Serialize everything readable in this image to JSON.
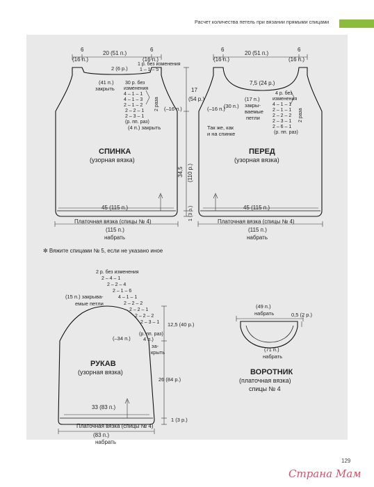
{
  "header": {
    "text": "Расчет количества петель при вязании прямыми спицами",
    "bar_color": "#8dbb3c"
  },
  "page_number": "129",
  "watermark": "Страна Мам",
  "note": "✼ Вяжите спицами № 5, если не указано иное",
  "back": {
    "title": "СПИНКА",
    "subtitle": "(узорная вязка)",
    "top_left": "6",
    "top_left_sts": "(16 п.)",
    "top_mid": "20 (51 п.)",
    "top_right": "6",
    "top_right_sts": "(16 п.)",
    "no_change": "1 р. без изменения",
    "dec_1_1_5": "1 – 1 – 5",
    "neck_2": "2 (6 р.)",
    "bind_41": "(41 п.)",
    "bind_41_label": "закрыть",
    "shaping": [
      "30 р. без",
      "изменения",
      "4 – 1 – 1",
      "4 – 1 – 3",
      "2 – 1 – 2",
      "2 – 2 – 1",
      "2 – 3 – 1"
    ],
    "times_2": "2 раза",
    "rep": "(р. пп. раз)",
    "bind_4": "(4 п.) закрыть",
    "minus16": "(–16 п.)",
    "h17": "17",
    "h54": "(54 р.)",
    "h345": "34,5",
    "h110": "(110 р.)",
    "h13": "1 (3 р.)",
    "width": "45 (115 п.)",
    "border": "Платочная вязка (спицы № 4)",
    "cast": "(115 п.)",
    "cast_label": "набрать"
  },
  "front": {
    "title": "ПЕРЕД",
    "subtitle": "(узорная вязка)",
    "top_left": "6",
    "top_left_sts": "(16 п.)",
    "top_mid": "20 (51 п.)",
    "top_right": "6",
    "top_right_sts": "(16 п.)",
    "neck_depth": "7,5 (24 р.)",
    "minus16": "(–16 п.)",
    "p30": "(30 п.)",
    "p17": "(17 п.)",
    "p17_a": "закры-",
    "p17_b": "ваемые",
    "p17_c": "петли",
    "shaping": [
      "4 р. без",
      "изменения",
      "4 – 1 – 1",
      "2 – 1 – 1",
      "2 – 2 – 2",
      "2 – 3 – 1",
      "2 – 6 – 1"
    ],
    "times_2": "2 раза",
    "rep": "(р. пп. раз)",
    "same_as_back_1": "Так же, как",
    "same_as_back_2": "и на спинке",
    "width": "45 (115 п.)",
    "border": "Платочная вязка (спицы № 4)",
    "cast": "(115 п.)",
    "cast_label": "набрать"
  },
  "sleeve": {
    "title": "РУКАВ",
    "subtitle": "(узорная вязка)",
    "cap_shaping": [
      "2 р. без изменения",
      "2 – 4 – 1",
      "2 – 2 – 4",
      "2 – 1 – 6",
      "4 – 1 – 1",
      "2 – 2 – 2",
      "2 – 2 – 1",
      "2 – 2 – 2",
      "2 – 3 – 1"
    ],
    "bind15_a": "(15 п.) закрыва-",
    "bind15_b": "емые петли",
    "rep": "(р. пп. раз)",
    "minus34": "(–34 п.)",
    "p4": "4 п.)",
    "p4_a": "за-",
    "p4_b": "крыть",
    "h125": "12,5 (40 р.)",
    "h26": "26 (84 р.)",
    "h1": "1 (3 р.)",
    "width": "33 (83 п.)",
    "border": "Платочная вязка (спицы № 4)",
    "cast": "(83 п.)",
    "cast_label": "набрать"
  },
  "collar": {
    "title": "ВОРОТНИК",
    "subtitle": "(платочная вязка)",
    "needles": "спицы № 4",
    "top": "(49 п.)",
    "top_label": "набрать",
    "side": "0,5 (2 р.)",
    "bottom": "(71 п.)",
    "bottom_label": "набрать"
  }
}
